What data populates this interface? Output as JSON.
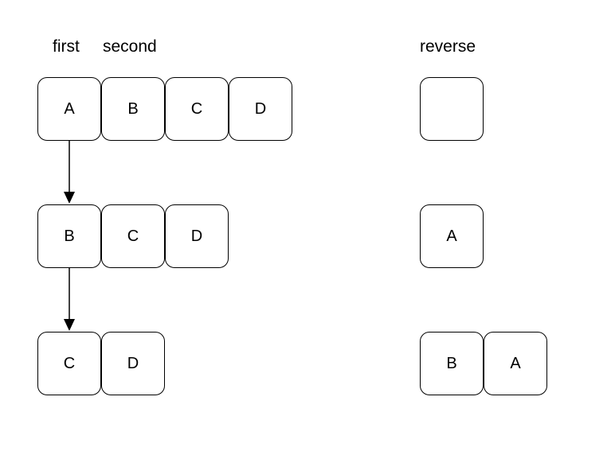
{
  "labels": {
    "first": "first",
    "second": "second",
    "reverse": "reverse"
  },
  "rows": [
    {
      "list": [
        "A",
        "B",
        "C",
        "D"
      ],
      "reverse": [
        ""
      ]
    },
    {
      "list": [
        "B",
        "C",
        "D"
      ],
      "reverse": [
        "A"
      ]
    },
    {
      "list": [
        "C",
        "D"
      ],
      "reverse": [
        "B",
        "A"
      ]
    }
  ],
  "colors": {
    "stroke": "#000000",
    "fill": "#ffffff",
    "text": "#000000"
  }
}
